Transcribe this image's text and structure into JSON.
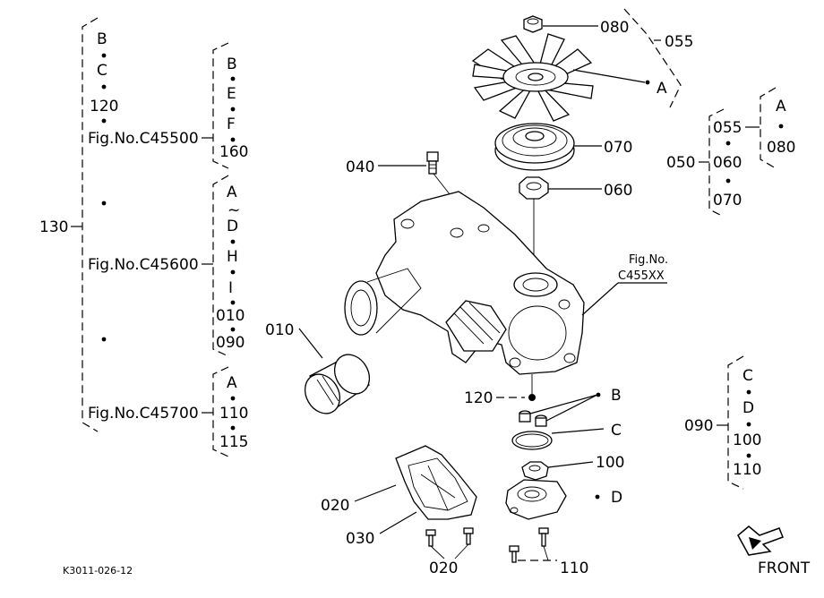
{
  "group_130": {
    "number": "130",
    "col1": [
      "B",
      "C",
      "120"
    ],
    "fig1": "Fig.No.C45500",
    "fig2": "Fig.No.C45600",
    "fig3": "Fig.No.C45700",
    "sub1": [
      "B",
      "E",
      "F",
      "160"
    ],
    "sub2": [
      "A",
      "~",
      "D",
      "H",
      "I",
      "010",
      "090"
    ],
    "sub3": [
      "A",
      "110",
      "115"
    ]
  },
  "group_050": {
    "number": "050",
    "items": [
      "055",
      "060",
      "070"
    ],
    "sub_items": [
      "A",
      "080"
    ]
  },
  "group_090": {
    "number": "090",
    "items": [
      "C",
      "D",
      "100",
      "110"
    ]
  },
  "callouts": {
    "c080": "080",
    "c055": "055",
    "cA": "A",
    "c070": "070",
    "c040": "040",
    "c060": "060",
    "fig_ref_line1": "Fig.No.",
    "fig_ref_line2": "C455XX",
    "c010": "010",
    "c120": "120",
    "cB": "B",
    "cC": "C",
    "c100": "100",
    "cD": "D",
    "c020a": "020",
    "c030": "030",
    "c020b": "020",
    "c110": "110"
  },
  "footer": {
    "code": "K3011-026-12",
    "front": "FRONT"
  }
}
